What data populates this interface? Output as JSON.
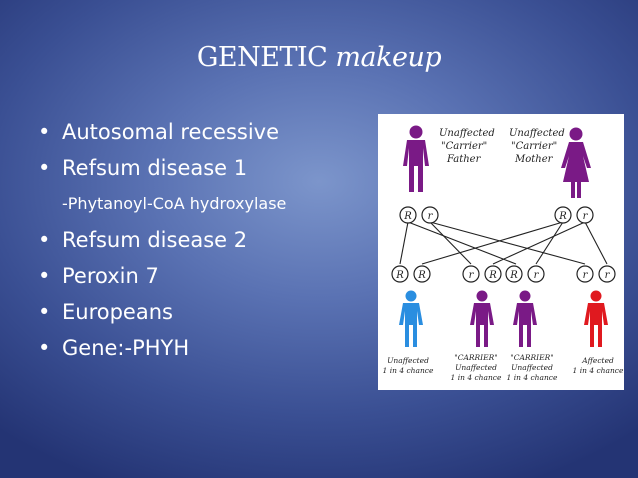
{
  "slide": {
    "title_main": "GENETIC",
    "title_italic": "makeup",
    "bullets": [
      "Autosomal recessive",
      "Refsum disease 1",
      "-Phytanoyl-CoA hydroxylase",
      "Refsum disease 2",
      "Peroxin 7",
      "Europeans",
      "Gene:-PHYH"
    ]
  },
  "diagram": {
    "parents": {
      "father": {
        "line1": "Unaffected",
        "line2": "\"Carrier\"",
        "line3": "Father",
        "color": "#7a1a86"
      },
      "mother": {
        "line1": "Unaffected",
        "line2": "\"Carrier\"",
        "line3": "Mother",
        "color": "#7a1a86"
      }
    },
    "alleles": {
      "father": [
        "R",
        "r"
      ],
      "mother": [
        "R",
        "r"
      ],
      "children": [
        [
          "R",
          "R"
        ],
        [
          "r",
          "R"
        ],
        [
          "R",
          "r"
        ],
        [
          "r",
          "r"
        ]
      ]
    },
    "children": [
      {
        "line1": "Unaffected",
        "line2": "1 in 4 chance",
        "color": "#2a8ee0"
      },
      {
        "line1": "\"CARRIER\"",
        "line2": "Unaffected",
        "line3": "1 in 4 chance",
        "color": "#7a1a86"
      },
      {
        "line1": "\"CARRIER\"",
        "line2": "Unaffected",
        "line3": "1 in 4 chance",
        "color": "#7a1a86"
      },
      {
        "line1": "Affected",
        "line2": "1 in 4 chance",
        "color": "#e0191f"
      }
    ]
  }
}
